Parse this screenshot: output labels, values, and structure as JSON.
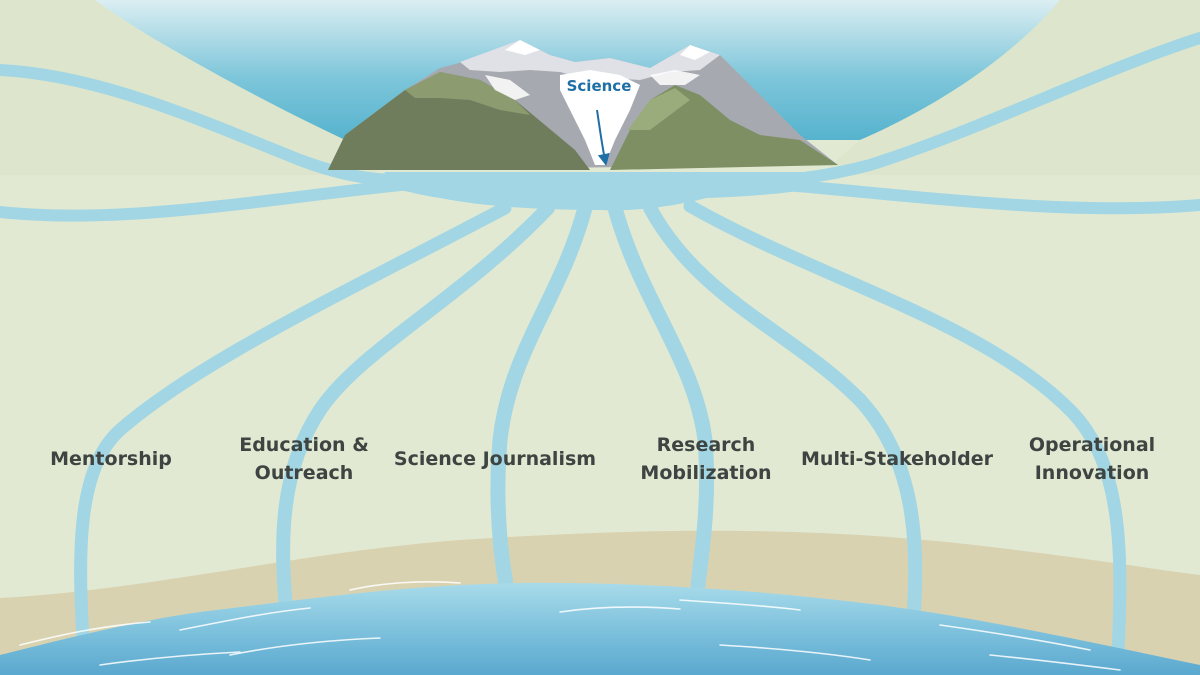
{
  "source": {
    "label": "Science"
  },
  "streams": [
    {
      "id": "mentorship",
      "lines": [
        "Mentorship"
      ]
    },
    {
      "id": "education-outreach",
      "lines": [
        "Education &",
        "Outreach"
      ]
    },
    {
      "id": "science-journalism",
      "lines": [
        "Science Journalism"
      ]
    },
    {
      "id": "research-mobilization",
      "lines": [
        "Research",
        "Mobilization"
      ]
    },
    {
      "id": "multi-stakeholder",
      "lines": [
        "Multi-Stakeholder"
      ]
    },
    {
      "id": "operational-innovation",
      "lines": [
        "Operational",
        "Innovation"
      ]
    }
  ],
  "colors": {
    "land": "#e2e9d2",
    "sky": "#62b9d3",
    "water": "#9fd5e3",
    "sand": "#d9d2b1",
    "ocean": "#7cc1dc",
    "mountain_green": "#7e906a",
    "mountain_grey": "#a6a8b0",
    "snow": "#ffffff",
    "label_text": "#3d4442",
    "science_text": "#1d6fa6"
  }
}
